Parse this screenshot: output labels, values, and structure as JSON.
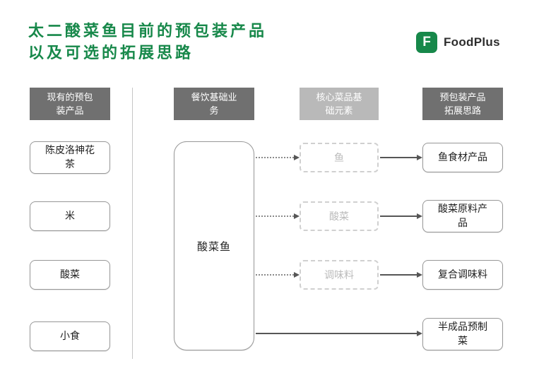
{
  "title": {
    "line1": "太二酸菜鱼目前的预包装产品",
    "line2": "以及可选的拓展思路"
  },
  "logo": {
    "brand": "FoodPlus",
    "monogram": "F"
  },
  "headers": {
    "existing": "现有的预包\n装产品",
    "restaurant": "餐饮基础业\n务",
    "core": "核心菜品基\n础元素",
    "expansion": "预包装产品\n拓展思路"
  },
  "existing_products": [
    "陈皮洛神花\n茶",
    "米",
    "酸菜",
    "小食"
  ],
  "base_business": "酸菜鱼",
  "core_elements": [
    "鱼",
    "酸菜",
    "调味料"
  ],
  "expansion_ideas": [
    "鱼食材产品",
    "酸菜原料产\n品",
    "复合调味料",
    "半成品预制\n菜"
  ],
  "colors": {
    "brand_green": "#17884a",
    "header_dark": "#707070",
    "header_light": "#b9b9b9",
    "box_border": "#979797",
    "dashed_border": "#d0d0d0",
    "muted_text": "#bbbbbb",
    "arrow": "#565656"
  }
}
